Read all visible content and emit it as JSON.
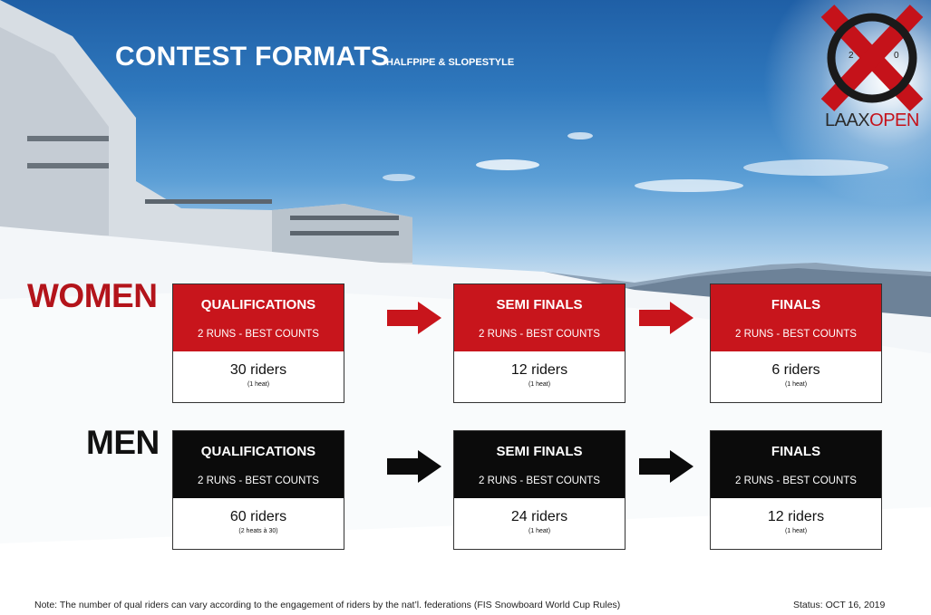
{
  "header": {
    "title": "CONTEST FORMATS",
    "subtitle": "HALFPIPE & SLOPESTYLE"
  },
  "logo": {
    "brand": "LAAX",
    "brand_accent": "OPEN",
    "num_left": "2",
    "num_right": "0",
    "accent_color": "#c5121a"
  },
  "women": {
    "label": "WOMEN",
    "color": "#c8151c",
    "stages": [
      {
        "name": "QUALIFICATIONS",
        "runs": "2 RUNS - BEST COUNTS",
        "riders": "30 riders",
        "heats": "(1 heat)"
      },
      {
        "name": "SEMI FINALS",
        "runs": "2 RUNS - BEST COUNTS",
        "riders": "12 riders",
        "heats": "(1 heat)"
      },
      {
        "name": "FINALS",
        "runs": "2 RUNS - BEST COUNTS",
        "riders": "6 riders",
        "heats": "(1 heat)"
      }
    ]
  },
  "men": {
    "label": "MEN",
    "color": "#0b0b0b",
    "stages": [
      {
        "name": "QUALIFICATIONS",
        "runs": "2 RUNS - BEST COUNTS",
        "riders": "60 riders",
        "heats": "(2 heats à 30)"
      },
      {
        "name": "SEMI FINALS",
        "runs": "2 RUNS - BEST COUNTS",
        "riders": "24 riders",
        "heats": "(1 heat)"
      },
      {
        "name": "FINALS",
        "runs": "2 RUNS - BEST COUNTS",
        "riders": "12 riders",
        "heats": "(1 heat)"
      }
    ]
  },
  "footer": {
    "note": "Note: The number of qual riders can vary according to the engagement of riders by the nat’l. federations (FIS Snowboard World Cup Rules)",
    "status": "Status: OCT 16, 2019"
  }
}
